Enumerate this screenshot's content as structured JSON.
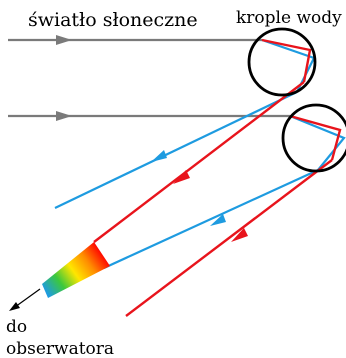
{
  "labels": {
    "sunlight": "światło słoneczne",
    "droplets": "krople wody",
    "observer_line1": "do",
    "observer_line2": "obserwatora"
  },
  "colors": {
    "sunlight_ray": "#7a7a7a",
    "red_ray": "#e8141c",
    "blue_ray": "#1e9be0",
    "droplet_outline": "#000000",
    "spectrum": [
      "#ff0000",
      "#ff8c00",
      "#ffe600",
      "#3cc83c",
      "#1e9be0"
    ]
  },
  "icons": {
    "ray_arrow": "arrowhead",
    "observer_arrow": "arrow-down-left"
  }
}
